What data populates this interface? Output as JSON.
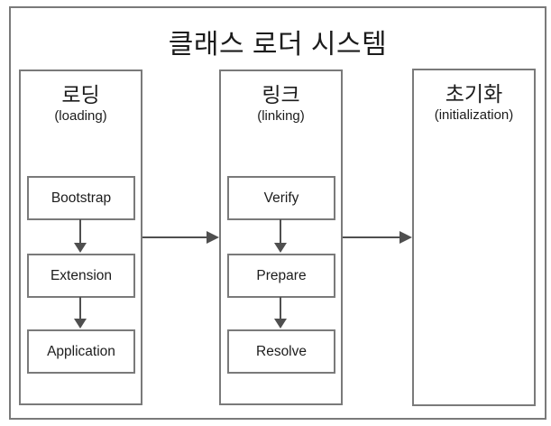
{
  "diagram": {
    "title": "클래스 로더 시스템",
    "colors": {
      "border": "#7a7a7a",
      "arrow": "#4f4f4f",
      "text": "#1c1c1c",
      "bg": "#ffffff"
    },
    "columns": [
      {
        "name_ko": "로딩",
        "name_en": "(loading)",
        "steps": [
          "Bootstrap",
          "Extension",
          "Application"
        ]
      },
      {
        "name_ko": "링크",
        "name_en": "(linking)",
        "steps": [
          "Verify",
          "Prepare",
          "Resolve"
        ]
      },
      {
        "name_ko": "초기화",
        "name_en": "(initialization)",
        "steps": []
      }
    ]
  }
}
